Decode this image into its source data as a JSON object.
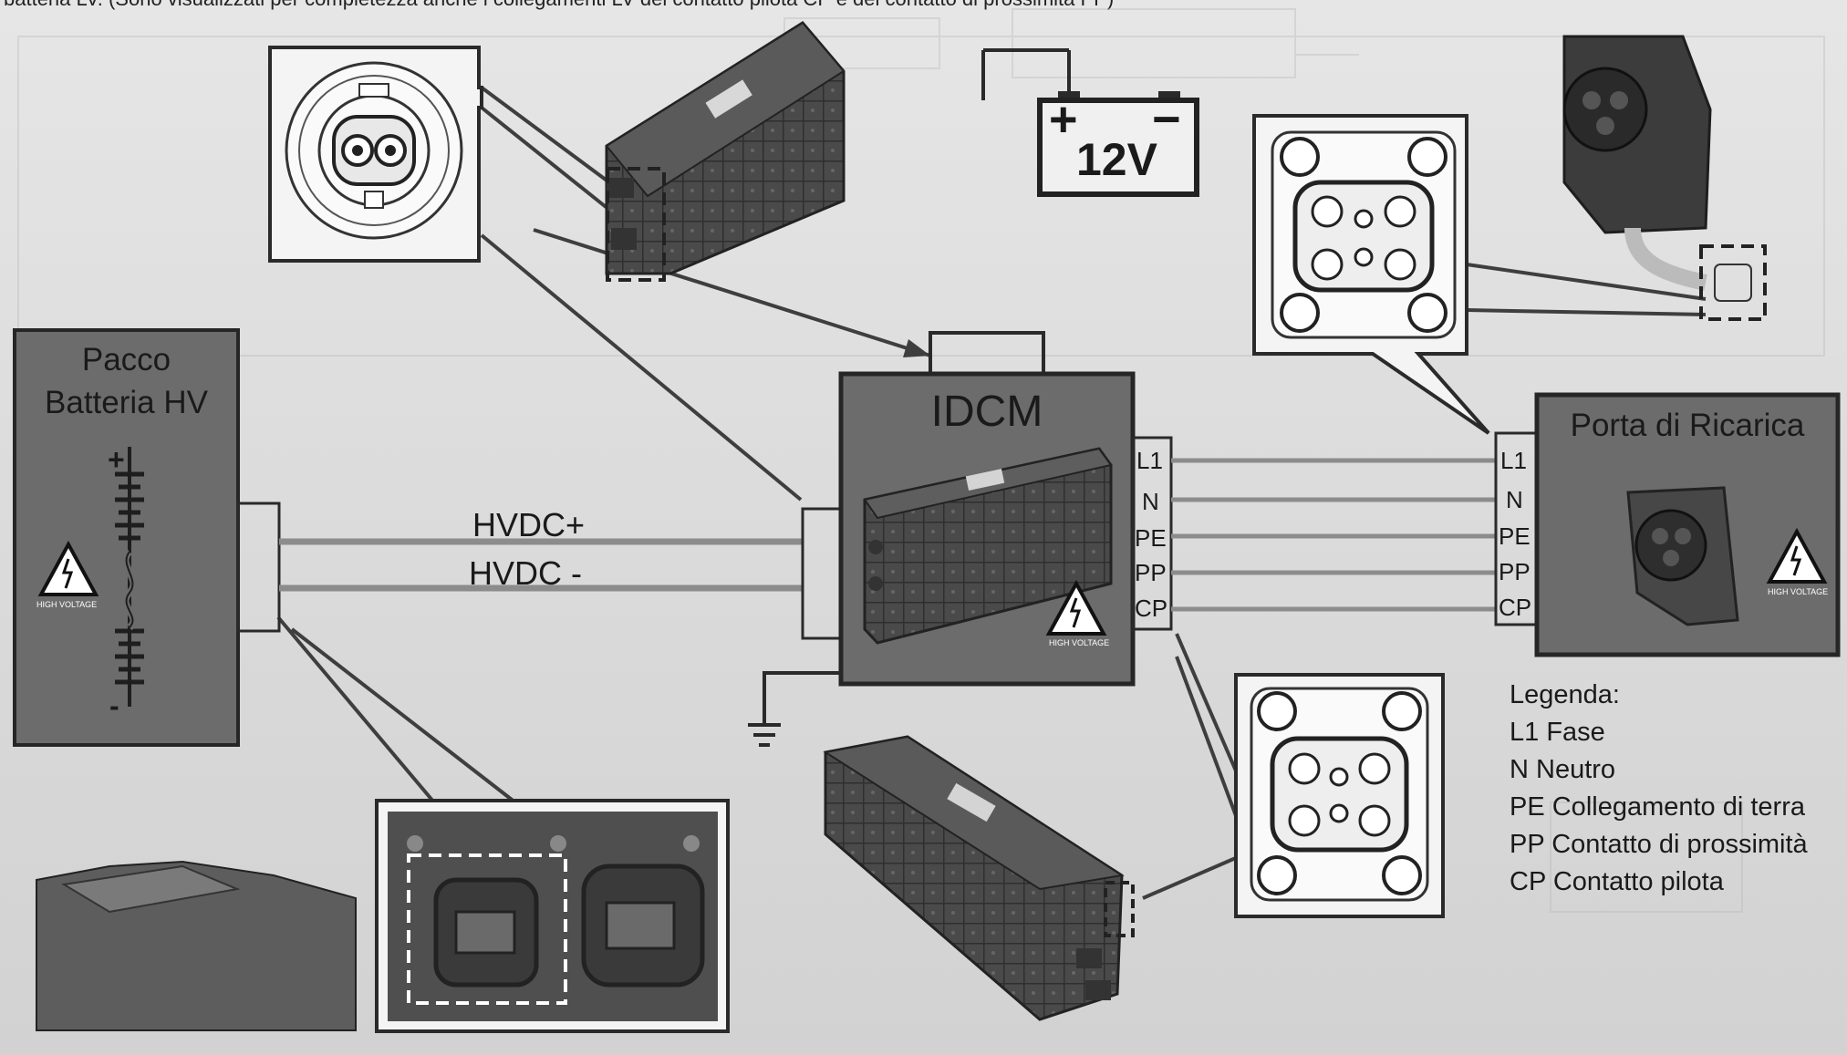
{
  "top_caption": "batteria LV. (Sono visualizzati per completezza anche i collegamenti LV del contatto pilota CP e del contatto di prossimità PP)",
  "battery": {
    "title_line1": "Pacco",
    "title_line2": "Batteria HV",
    "plus": "+",
    "minus": "-"
  },
  "hv_lines": {
    "plus": "HVDC+",
    "minus": "HVDC -"
  },
  "idcm": {
    "title": "IDCM",
    "pins": [
      "L1",
      "N",
      "PE",
      "PP",
      "CP"
    ]
  },
  "lv_battery": {
    "label": "12V",
    "plus": "+",
    "minus": "−"
  },
  "charge_port": {
    "title": "Porta di Ricarica",
    "pins": [
      "L1",
      "N",
      "PE",
      "PP",
      "CP"
    ]
  },
  "hv_badge": "HIGH VOLTAGE",
  "legend": {
    "title": "Legenda:",
    "items": [
      "L1 Fase",
      "N Neutro",
      "PE Collegamento di terra",
      "PP Contatto di prossimità",
      "CP Contatto pilota"
    ]
  },
  "colors": {
    "box_dark": "#6c6c6c",
    "box_border": "#262626",
    "wire": "#8c8c8c",
    "leader": "#444444"
  }
}
